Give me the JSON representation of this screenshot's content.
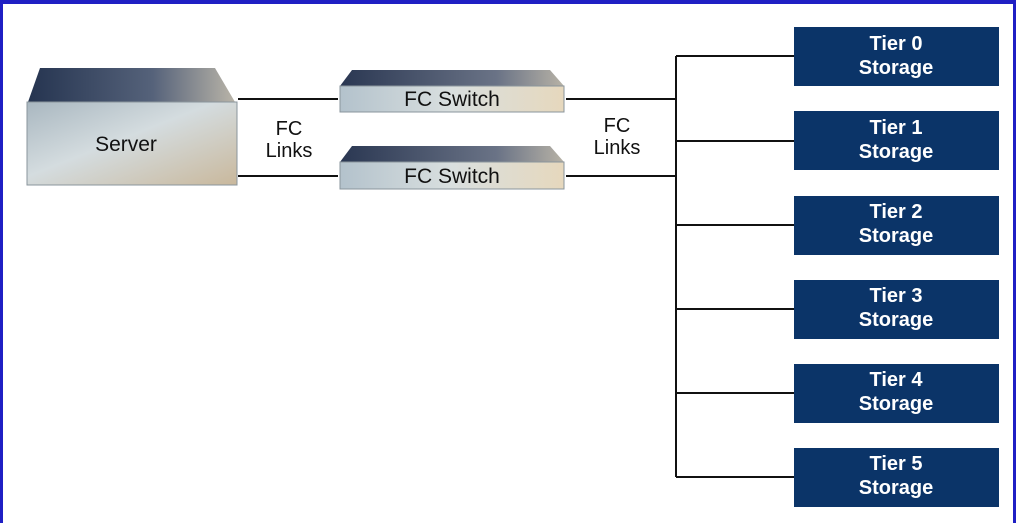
{
  "diagram": {
    "server": {
      "label": "Server"
    },
    "switches": [
      {
        "label": "FC Switch"
      },
      {
        "label": "FC Switch"
      }
    ],
    "link_labels": {
      "left": {
        "line1": "FC",
        "line2": "Links"
      },
      "right": {
        "line1": "FC",
        "line2": "Links"
      }
    },
    "storage": [
      {
        "line1": "Tier 0",
        "line2": "Storage"
      },
      {
        "line1": "Tier 1",
        "line2": "Storage"
      },
      {
        "line1": "Tier 2",
        "line2": "Storage"
      },
      {
        "line1": "Tier 3",
        "line2": "Storage"
      },
      {
        "line1": "Tier 4",
        "line2": "Storage"
      },
      {
        "line1": "Tier 5",
        "line2": "Storage"
      }
    ],
    "colors": {
      "frame": "#1f1fc4",
      "storage_fill": "#0b3468",
      "device_face": "#c7d1d6",
      "device_top": "#2c3a56",
      "line": "#111111"
    }
  }
}
